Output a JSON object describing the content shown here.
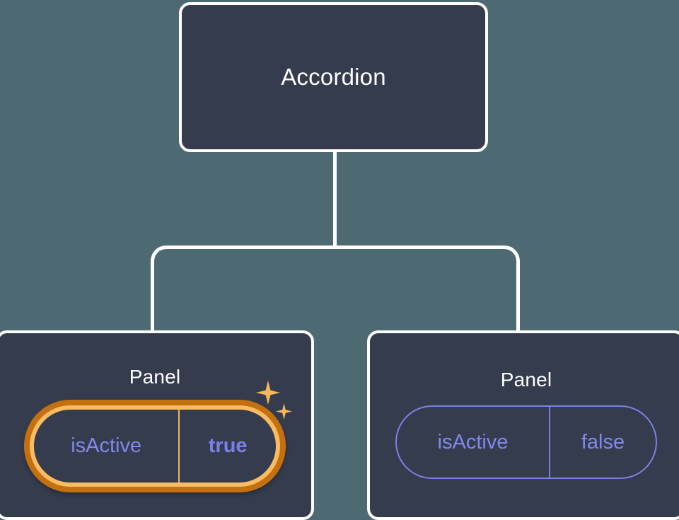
{
  "diagram": {
    "type": "component-tree",
    "root": {
      "label": "Accordion"
    },
    "children": [
      {
        "label": "Panel",
        "highlighted": true,
        "prop": {
          "name": "isActive",
          "value": "true"
        },
        "decorations": {
          "sparkle_large": "sparkle-icon",
          "sparkle_small": "sparkle-icon"
        }
      },
      {
        "label": "Panel",
        "highlighted": false,
        "prop": {
          "name": "isActive",
          "value": "false"
        }
      }
    ]
  },
  "colors": {
    "background": "#4d6a73",
    "node_fill": "#353c4d",
    "node_border": "#ffffff",
    "connector": "#ffffff",
    "text_primary": "#ffffff",
    "prop_text": "#8288ee",
    "prop_border": "#7b81e8",
    "highlight_outer": "#c5700f",
    "highlight_inner": "#f9bc63",
    "sparkle": "#f8b75c"
  }
}
